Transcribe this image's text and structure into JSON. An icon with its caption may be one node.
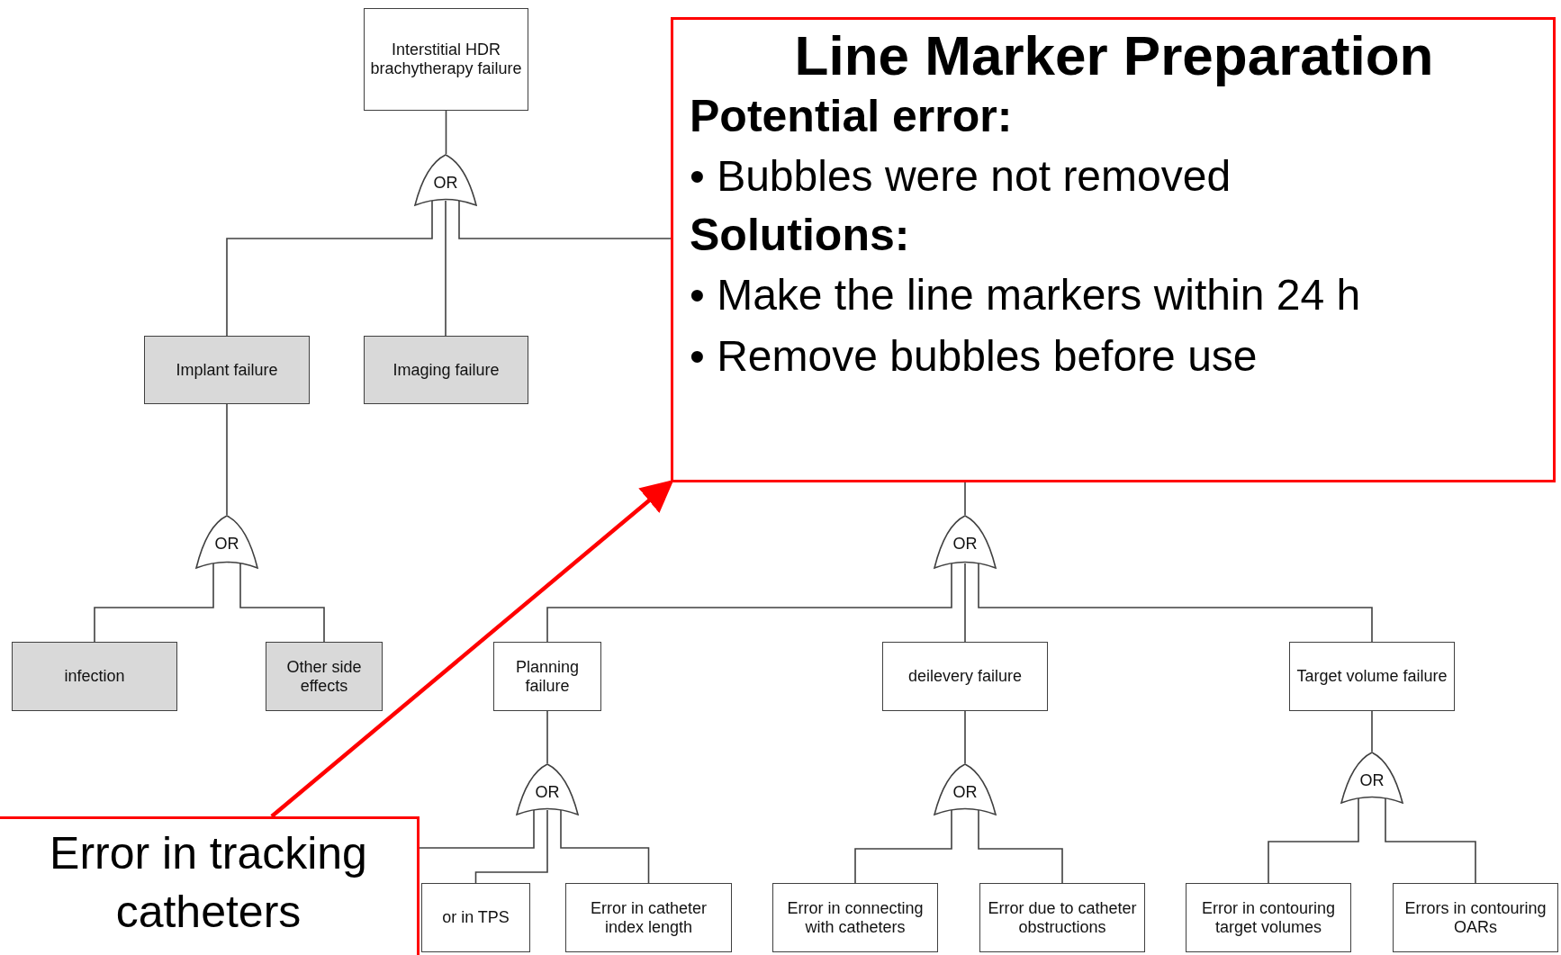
{
  "diagram": {
    "nodes": [
      {
        "text": [
          "Interstitial HDR brachytherapy failure"
        ]
      },
      {
        "text": [
          "OR"
        ]
      },
      {
        "text": [
          "Line Marker Preparation",
          "Potential error:",
          "• Bubbles were not removed",
          "Solutions:",
          "• Make the line markers within 24 h",
          "• Remove bubbles before use"
        ]
      },
      {
        "text": [
          "Implant failure"
        ]
      },
      {
        "text": [
          "Imaging failure"
        ]
      },
      {
        "text": [
          "OR"
        ]
      },
      {
        "text": [
          "OR"
        ]
      },
      {
        "text": [
          "infection"
        ]
      },
      {
        "text": [
          "Other side effects"
        ]
      },
      {
        "text": [
          "Planning failure"
        ]
      },
      {
        "text": [
          "deilevery failure"
        ]
      },
      {
        "text": [
          "Target volume failure"
        ]
      },
      {
        "text": [
          "OR"
        ]
      },
      {
        "text": [
          "OR"
        ]
      },
      {
        "text": [
          "OR"
        ]
      },
      {
        "text": [
          "Error in tracking catheters"
        ]
      },
      {
        "text": [
          "or in TPS"
        ]
      },
      {
        "text": [
          "Error in catheter index length"
        ]
      },
      {
        "text": [
          "Error in connecting with catheters"
        ]
      },
      {
        "text": [
          "Error due to catheter obstructions"
        ]
      },
      {
        "text": [
          "Error in contouring target volumes"
        ]
      },
      {
        "text": [
          "Errors in contouring OARs"
        ]
      }
    ],
    "edges": [
      {
        "from": 0,
        "to": 1,
        "arrow": "none"
      },
      {
        "from": 1,
        "to": 3,
        "arrow": "none"
      },
      {
        "from": 1,
        "to": 4,
        "arrow": "none"
      },
      {
        "from": 1,
        "to": 2,
        "arrow": "none"
      },
      {
        "from": 3,
        "to": 5,
        "arrow": "none"
      },
      {
        "from": 5,
        "to": 7,
        "arrow": "none"
      },
      {
        "from": 5,
        "to": 8,
        "arrow": "none"
      },
      {
        "from": 2,
        "to": 6,
        "arrow": "none"
      },
      {
        "from": 6,
        "to": 9,
        "arrow": "none"
      },
      {
        "from": 6,
        "to": 10,
        "arrow": "none"
      },
      {
        "from": 6,
        "to": 11,
        "arrow": "none"
      },
      {
        "from": 9,
        "to": 12,
        "arrow": "none"
      },
      {
        "from": 12,
        "to": 15,
        "arrow": "none"
      },
      {
        "from": 12,
        "to": 16,
        "arrow": "none"
      },
      {
        "from": 12,
        "to": 17,
        "arrow": "none"
      },
      {
        "from": 10,
        "to": 13,
        "arrow": "none"
      },
      {
        "from": 13,
        "to": 18,
        "arrow": "none"
      },
      {
        "from": 13,
        "to": 19,
        "arrow": "none"
      },
      {
        "from": 11,
        "to": 14,
        "arrow": "none"
      },
      {
        "from": 14,
        "to": 20,
        "arrow": "none"
      },
      {
        "from": 14,
        "to": 21,
        "arrow": "none"
      },
      {
        "from": 15,
        "to": 2,
        "arrow": "to",
        "style": "thick",
        "color": "#ff0000"
      }
    ]
  }
}
